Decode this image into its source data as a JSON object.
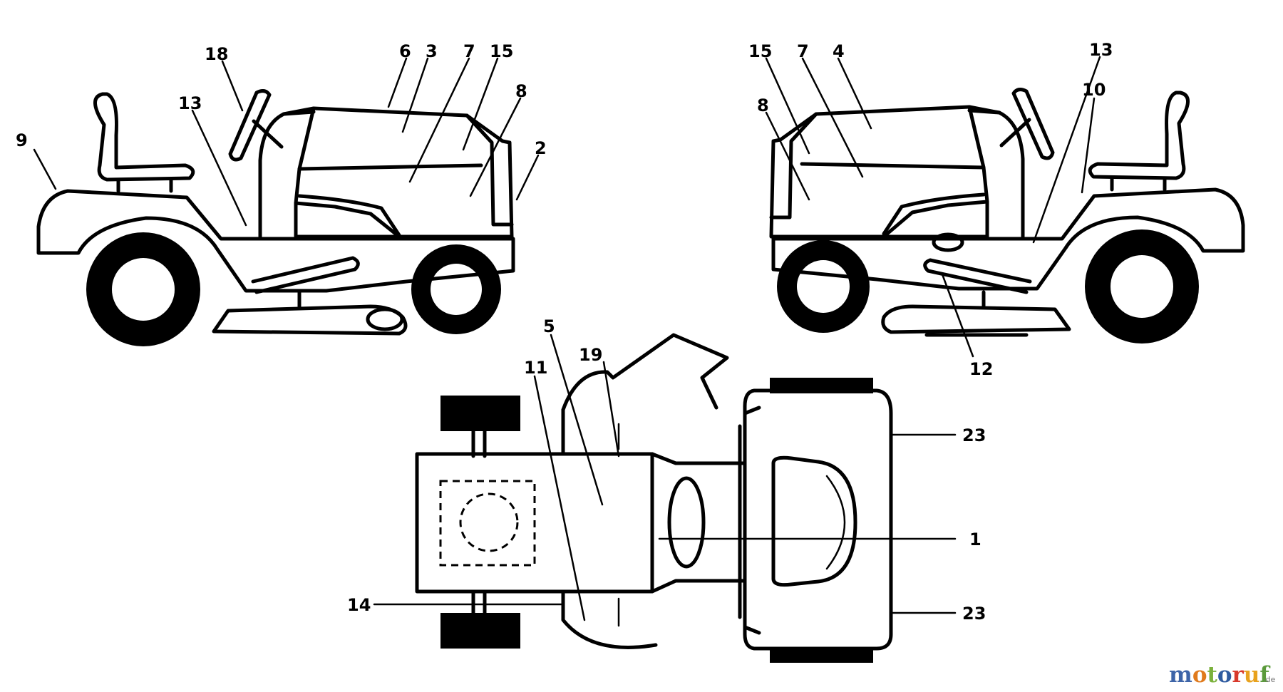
{
  "labels": {
    "left_view": [
      "9",
      "18",
      "13",
      "6",
      "3",
      "7",
      "15",
      "8",
      "2"
    ],
    "right_view": [
      "15",
      "7",
      "4",
      "8",
      "13",
      "10",
      "12"
    ],
    "top_view": [
      "5",
      "19",
      "11",
      "14",
      "1",
      "23",
      "23"
    ]
  },
  "watermark": {
    "letters": [
      "m",
      "o",
      "t",
      "o",
      "r",
      "u",
      "f"
    ],
    "suffix": ".de",
    "colors": [
      "#3d64a8",
      "#e07a1c",
      "#7bb13b",
      "#2f5ba0",
      "#d8392c",
      "#e8a21e",
      "#5b9a3b"
    ]
  }
}
